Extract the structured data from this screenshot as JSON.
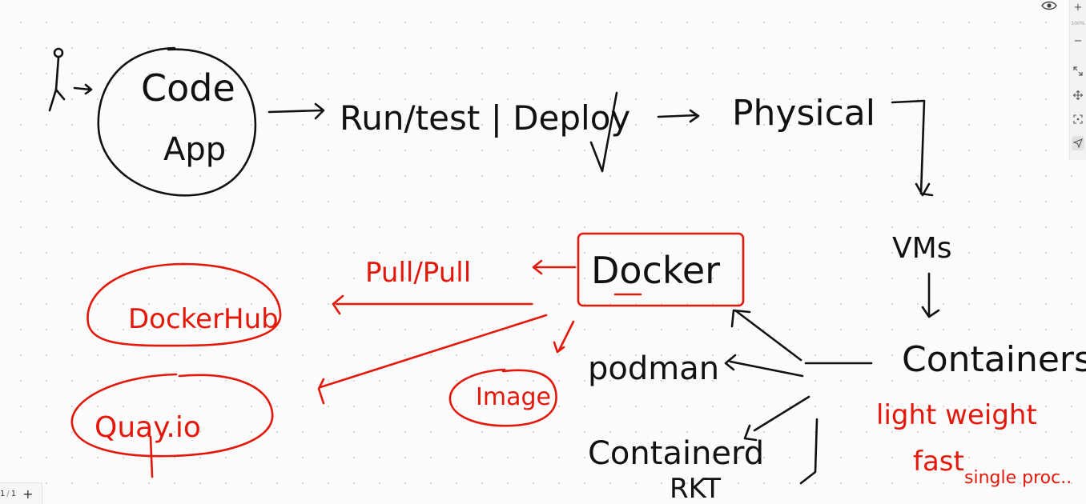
{
  "board": {
    "black_notes": {
      "code": "Code",
      "app": "App",
      "run_test_deploy": "Run/test | Deploy",
      "physical": "Physical",
      "vms": "VMs",
      "containers": "Containers",
      "docker": "Docker",
      "podman": "podman",
      "containerd": "Containerd",
      "rkt": "RKT"
    },
    "red_notes": {
      "dockerhub": "DockerHub",
      "quay": "Quay.io",
      "pull": "Pull/Pull",
      "image": "Image",
      "lightweight": "light weight",
      "fast": "fast",
      "single_process": "single proc.."
    }
  },
  "zoom": {
    "zoom_in_label": "+",
    "zoom_level": "100%",
    "zoom_out_label": "−"
  },
  "pages": {
    "current": "1",
    "separator": "/",
    "total": "1",
    "add_label": "+"
  },
  "colors": {
    "ink_black": "#111111",
    "ink_red": "#e3170a",
    "canvas": "#fbfbfb"
  }
}
